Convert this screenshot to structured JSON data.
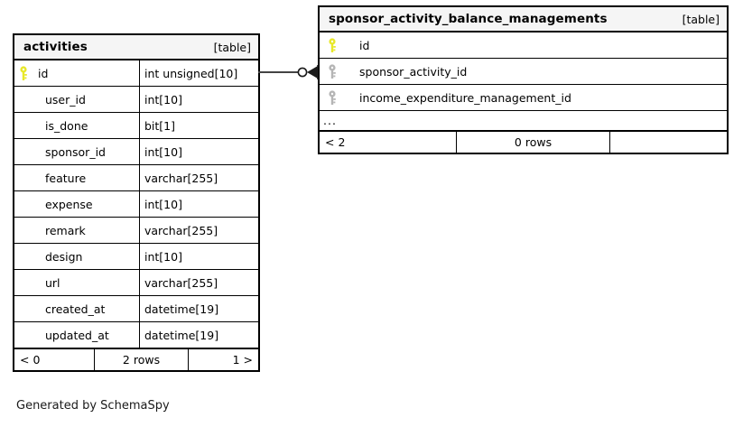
{
  "diagram": {
    "type": "entity-relationship-diagram",
    "generator_caption": "Generated by SchemaSpy",
    "key_icon_primary": "primary-key-icon",
    "key_icon_foreign": "foreign-key-icon",
    "colors": {
      "primary_key": "#e8e82a",
      "foreign_key": "#b5b5b5",
      "border": "#000000",
      "header_background": "#f5f5f5",
      "page_background": "#ffffff"
    }
  },
  "tables": [
    {
      "id": "activities",
      "name": "activities",
      "tag": "[table]",
      "columns": [
        {
          "name": "id",
          "type": "int unsigned[10]",
          "key": "primary"
        },
        {
          "name": "user_id",
          "type": "int[10]",
          "key": "none"
        },
        {
          "name": "is_done",
          "type": "bit[1]",
          "key": "none"
        },
        {
          "name": "sponsor_id",
          "type": "int[10]",
          "key": "none"
        },
        {
          "name": "feature",
          "type": "varchar[255]",
          "key": "none"
        },
        {
          "name": "expense",
          "type": "int[10]",
          "key": "none"
        },
        {
          "name": "remark",
          "type": "varchar[255]",
          "key": "none"
        },
        {
          "name": "design",
          "type": "int[10]",
          "key": "none"
        },
        {
          "name": "url",
          "type": "varchar[255]",
          "key": "none"
        },
        {
          "name": "created_at",
          "type": "datetime[19]",
          "key": "none"
        },
        {
          "name": "updated_at",
          "type": "datetime[19]",
          "key": "none"
        }
      ],
      "footer": {
        "left": "< 0",
        "center": "2 rows",
        "right": "1 >"
      },
      "has_ellipsis_row": false
    },
    {
      "id": "sponsor_activity_balance_managements",
      "name": "sponsor_activity_balance_managements",
      "tag": "[table]",
      "columns": [
        {
          "name": "id",
          "type": "",
          "key": "primary"
        },
        {
          "name": "sponsor_activity_id",
          "type": "",
          "key": "foreign"
        },
        {
          "name": "income_expenditure_management_id",
          "type": "",
          "key": "foreign"
        }
      ],
      "ellipsis": "...",
      "footer": {
        "left": "< 2",
        "center": "0 rows",
        "right": ""
      },
      "has_ellipsis_row": true
    }
  ],
  "relationships": [
    {
      "name": "activities-to-sponsor-activity-balance-managements",
      "from_table": "activities",
      "from_column": "id",
      "to_table": "sponsor_activity_balance_managements",
      "to_column": "sponsor_activity_id",
      "notation": "crows-foot",
      "cardinality": "one-to-many"
    }
  ]
}
